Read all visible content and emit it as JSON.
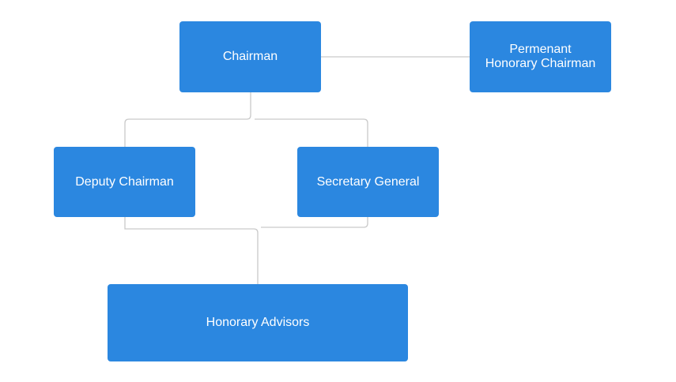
{
  "nodes": {
    "chairman": {
      "label": "Chairman"
    },
    "permanent_honorary_chairman": {
      "line1": "Permenant",
      "line2": "Honorary Chairman"
    },
    "deputy_chairman": {
      "label": "Deputy Chairman"
    },
    "secretary_general": {
      "label": "Secretary General"
    },
    "honorary_advisors": {
      "label": "Honorary Advisors"
    }
  },
  "colors": {
    "node_fill": "#2b87e0",
    "node_text": "#ffffff",
    "connector": "#c9c9c9"
  }
}
